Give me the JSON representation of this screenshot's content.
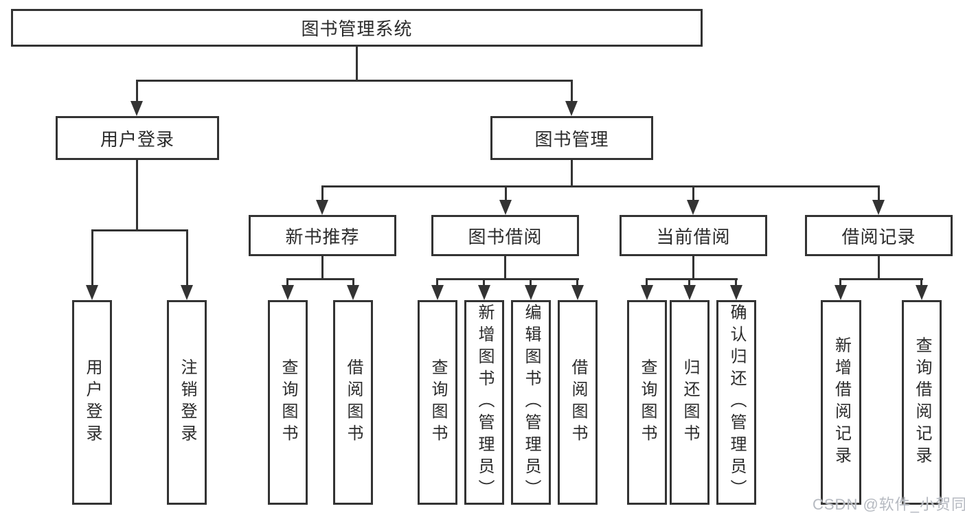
{
  "nodes": {
    "root": "图书管理系统",
    "user_login": "用户登录",
    "book_mgmt": "图书管理",
    "new_book_rec": "新书推荐",
    "book_borrow": "图书借阅",
    "current_borrow": "当前借阅",
    "borrow_record": "借阅记录",
    "user_login_leaf": "用户登录",
    "logout_leaf": "注销登录",
    "rec_query_leaf": "查询图书",
    "rec_borrow_leaf": "借阅图书",
    "borrow_query_leaf": "查询图书",
    "borrow_add_leaf": "新增图书（管理员）",
    "borrow_edit_leaf": "编辑图书（管理员）",
    "borrow_borrow_leaf": "借阅图书",
    "current_query_leaf": "查询图书",
    "current_return_leaf": "归还图书",
    "current_confirm_leaf": "确认归还（管理员）",
    "record_add_leaf": "新增借阅记录",
    "record_query_leaf": "查询借阅记录"
  },
  "hierarchy": [
    {
      "parent": "图书管理系统",
      "children": [
        "用户登录",
        "图书管理"
      ]
    },
    {
      "parent": "用户登录",
      "children": [
        "用户登录",
        "注销登录"
      ]
    },
    {
      "parent": "图书管理",
      "children": [
        "新书推荐",
        "图书借阅",
        "当前借阅",
        "借阅记录"
      ]
    },
    {
      "parent": "新书推荐",
      "children": [
        "查询图书",
        "借阅图书"
      ]
    },
    {
      "parent": "图书借阅",
      "children": [
        "查询图书",
        "新增图书（管理员）",
        "编辑图书（管理员）",
        "借阅图书"
      ]
    },
    {
      "parent": "当前借阅",
      "children": [
        "查询图书",
        "归还图书",
        "确认归还（管理员）"
      ]
    },
    {
      "parent": "借阅记录",
      "children": [
        "新增借阅记录",
        "查询借阅记录"
      ]
    }
  ],
  "watermark": "CSDN @软件_小贺同学",
  "colors": {
    "line": "#333333",
    "box_border": "#333333",
    "text": "#2b2b2b",
    "background": "#ffffff",
    "watermark": "#b6bac1"
  }
}
